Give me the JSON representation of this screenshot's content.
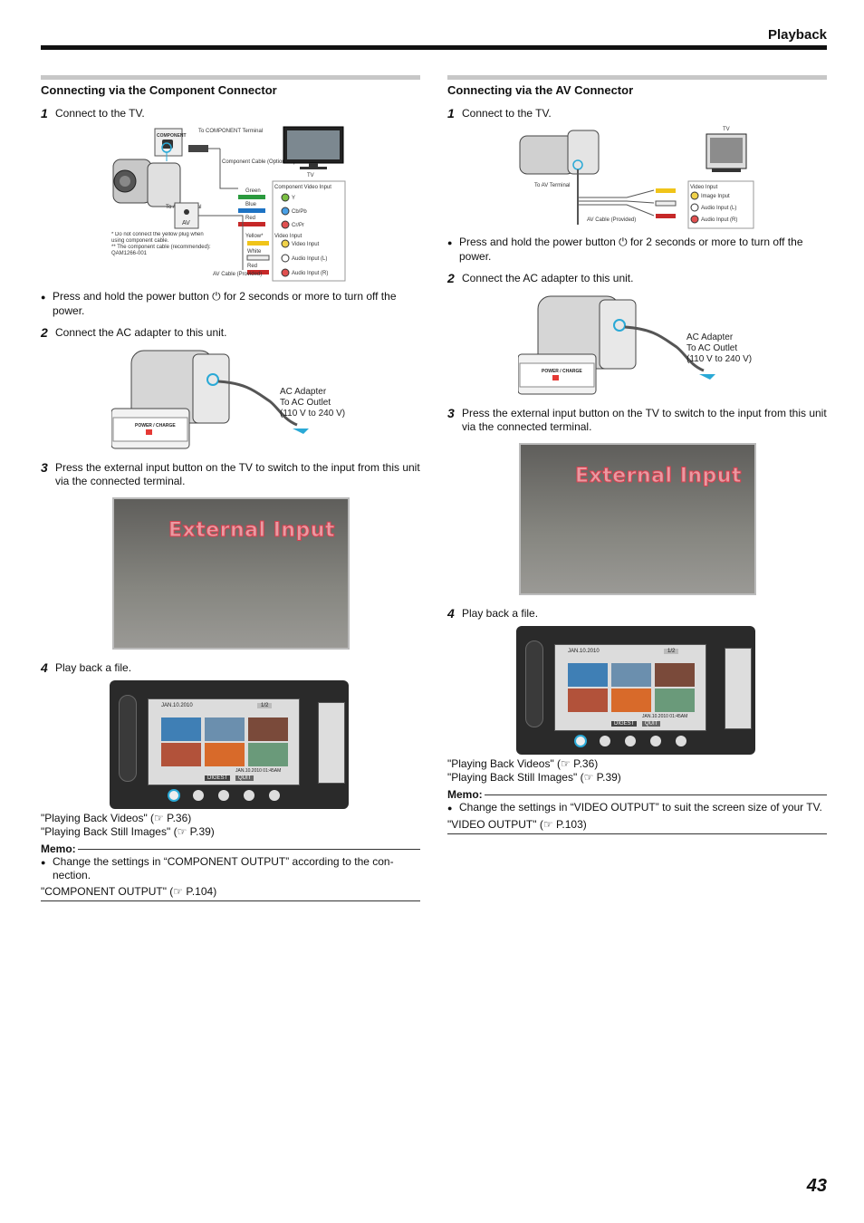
{
  "header": {
    "section": "Playback",
    "page_number": "43"
  },
  "left": {
    "heading": "Connecting via the Component Connector",
    "step1": "Connect to the TV.",
    "step1_diagram": {
      "component_tag": "COMPONENT",
      "to_component": "To COMPONENT Terminal",
      "component_cable": "Component Cable (Optional**)",
      "tv": "TV",
      "component_video_input": "Component Video Input",
      "green": "Green",
      "y": "Y",
      "blue": "Blue",
      "cbpb": "Cb/Pb",
      "red": "Red",
      "crpr": "Cr/Pr",
      "to_av": "To AV Terminal",
      "av": "AV",
      "yellow": "Yellow*",
      "video_input": "Video Input",
      "white": "White",
      "audio_l": "Audio Input (L)",
      "red2": "Red",
      "audio_r": "Audio Input (R)",
      "note1": "* Do not connect the yellow plug when using component cable.",
      "note2": "** The component cable (recommended): QAM1266-001",
      "av_cable": "AV Cable (Provided)"
    },
    "bullet": "Press and hold the power button ⏻ for 2 seconds or more to turn off the power.",
    "step2": "Connect the AC adapter to this unit.",
    "step3": "Press the external input button on the TV to switch to the input from this unit via the connected terminal.",
    "step4": "Play back a file.",
    "refs": [
      "\"Playing Back Videos\"  (☞ P.36)",
      "\"Playing Back Still Images\"  (☞ P.39)"
    ],
    "memo_title": "Memo:",
    "memo_bullet": "Change the settings in “COMPONENT OUTPUT” according to the con-nection.",
    "memo_ref": "\"COMPONENT OUTPUT\"  (☞ P.104)"
  },
  "right": {
    "heading": "Connecting via the AV Connector",
    "step1": "Connect to the TV.",
    "step1_diagram": {
      "tv": "TV",
      "to_av": "To AV Terminal",
      "video_input": "Video Input",
      "image_input": "Image Input",
      "audio_l": "Audio Input (L)",
      "audio_r": "Audio Input (R)",
      "av_cable": "AV Cable (Provided)"
    },
    "bullet": "Press and hold the power button ⏻ for 2 seconds or more to turn off the power.",
    "step2": "Connect the AC adapter to this unit.",
    "step3": "Press the external input button on the TV to switch to the input from this unit via the connected terminal.",
    "step4": "Play back a file.",
    "refs": [
      "\"Playing Back Videos\"  (☞ P.36)",
      "\"Playing Back Still Images\"  (☞ P.39)"
    ],
    "memo_title": "Memo:",
    "memo_bullet": "Change the settings in “VIDEO OUTPUT” to suit the screen size of your TV.",
    "memo_ref": "\"VIDEO OUTPUT\"  (☞ P.103)"
  },
  "shared": {
    "step_nums": [
      "1",
      "2",
      "3",
      "4"
    ],
    "adapter_label": [
      "AC Adapter",
      "To AC Outlet",
      "(110 V to 240 V)"
    ],
    "power_charge": "POWER / CHARGE",
    "external_input": "External Input",
    "playback_screen": {
      "date": "JAN.10.2010",
      "page": "1/2",
      "timestamp": "JAN.10.2010  01:45AM",
      "digest": "DIGEST",
      "quit": "QUIT"
    }
  }
}
